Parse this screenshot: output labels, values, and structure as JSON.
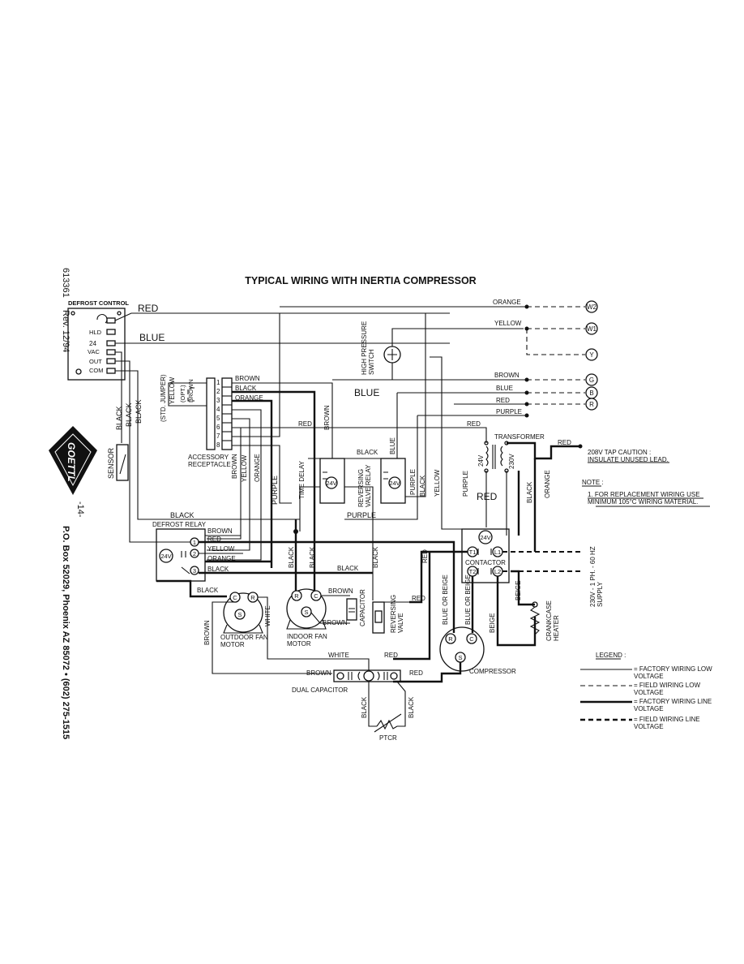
{
  "title": "TYPICAL WIRING WITH INERTIA COMPRESSOR",
  "margin": {
    "doc_number": "613361",
    "revision": "Rev. 12/94",
    "page": "-14-",
    "address": "P.O. Box 52029, Phoenix AZ 85072 • (602) 275-1515",
    "logo_text": "GOETTL"
  },
  "defrost_control": {
    "title": "DEFROST CONTROL",
    "terminals": [
      "HLD",
      "24",
      "VAC",
      "OUT",
      "COM"
    ]
  },
  "wire_labels": {
    "red": "RED",
    "blue": "BLUE",
    "black": "BLACK",
    "brown": "BROWN",
    "orange": "ORANGE",
    "yellow": "YELLOW",
    "purple": "PURPLE",
    "white": "WHITE",
    "beige": "BEIGE",
    "blue_or_beige": "BLUE OR BEIGE",
    "std_jumper": "(STD. JUMPER)",
    "opt": "(OPT.)"
  },
  "components": {
    "sensor": "SENSOR",
    "accessory_receptacle": "ACCESSORY\nRECEPTACLE",
    "receptacle_pins": [
      "1",
      "2",
      "3",
      "4",
      "5",
      "6",
      "7",
      "8"
    ],
    "high_pressure_switch": "HIGH PRESSURE\nSWITCH",
    "time_delay": "TIME DELAY",
    "reversing_valve_relay": "REVERSING\nVALVE RELAY",
    "transformer": "TRANSFORMER",
    "transformer_24v": "24V",
    "transformer_230v": "230V",
    "coil_24v": "24V",
    "defrost_relay": "DEFROST RELAY",
    "contactor": "CONTACTOR",
    "contactor_terminals": [
      "T1",
      "L1",
      "T2",
      "L2"
    ],
    "outdoor_fan_motor": "OUTDOOR FAN\nMOTOR",
    "indoor_fan_motor": "INDOOR FAN\nMOTOR",
    "capacitor": "CAPACITOR",
    "reversing_valve": "REVERSING\nVALVE",
    "compressor": "COMPRESSOR",
    "crankcase_heater": "CRANKCASE\nHEATER",
    "dual_capacitor": "DUAL CAPACITOR",
    "ptcr": "PTCR",
    "motor_terminals": [
      "C",
      "R",
      "S"
    ],
    "relay_contacts": [
      "1",
      "2",
      "3"
    ]
  },
  "thermostat_terminals": [
    "W2",
    "W1",
    "Y",
    "G",
    "B",
    "R"
  ],
  "supply": "230V - 1 PH. - 60 HZ\nSUPPLY",
  "caution": "208V TAP CAUTION :\nINSULATE UNUSED LEAD.",
  "note": {
    "heading": "NOTE :",
    "text": "1. FOR REPLACEMENT WIRING USE\nMINIMUM 105°C WIRING MATERIAL."
  },
  "legend": {
    "title": "LEGEND :",
    "items": [
      {
        "style": "thin-solid",
        "label": "= FACTORY WIRING LOW\nVOLTAGE"
      },
      {
        "style": "thin-dashed",
        "label": "= FIELD WIRING LOW\nVOLTAGE"
      },
      {
        "style": "thick-solid",
        "label": "= FACTORY WIRING LINE\nVOLTAGE"
      },
      {
        "style": "thick-dashed",
        "label": "= FIELD WIRING LINE\nVOLTAGE"
      }
    ]
  }
}
